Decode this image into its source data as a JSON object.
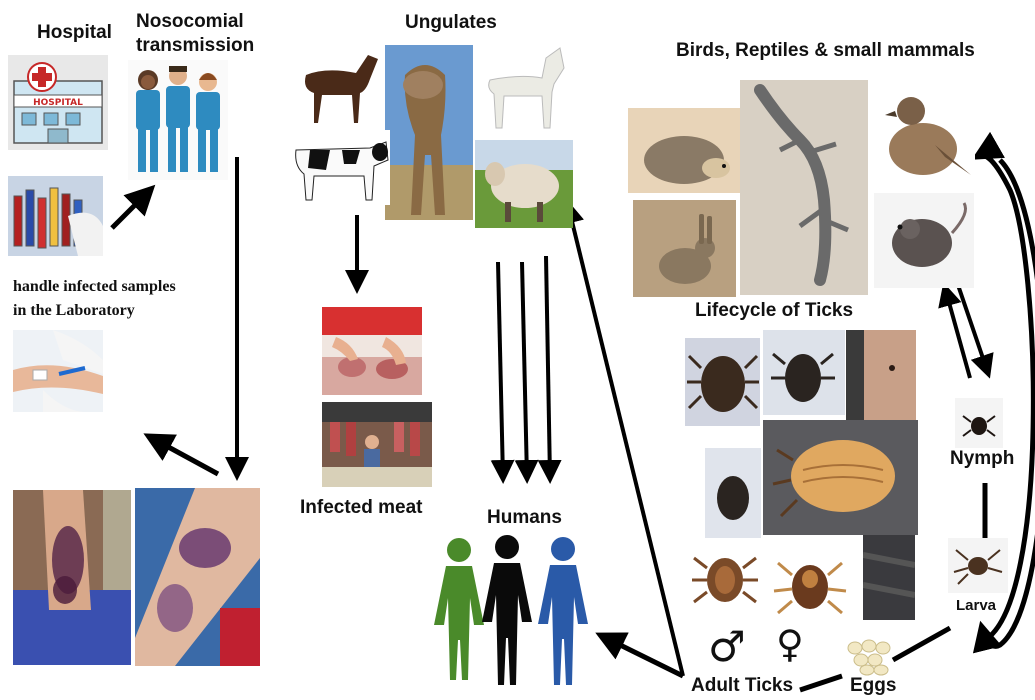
{
  "labels": {
    "hospital": "Hospital",
    "nosocomial_line1": "Nosocomial",
    "nosocomial_line2": "transmission",
    "lab_line1": "handle infected samples",
    "lab_line2": "in the Laboratory",
    "ungulates": "Ungulates",
    "birds": "Birds, Reptiles & small mammals",
    "lifecycle": "Lifecycle of Ticks",
    "infected_meat": "Infected meat",
    "humans": "Humans",
    "nymph": "Nymph",
    "larva": "Larva",
    "adult_ticks": "Adult Ticks",
    "eggs": "Eggs",
    "male_symbol": "♂",
    "female_symbol": "♀",
    "hospital_sign": "HOSPITAL"
  },
  "colors": {
    "arrow": "#000000",
    "human_green": "#4a8a2a",
    "human_black": "#0a0a0a",
    "human_blue": "#2a5aa8",
    "scrubs": "#2e8bc0",
    "tick_brown": "#3a2a1e"
  }
}
